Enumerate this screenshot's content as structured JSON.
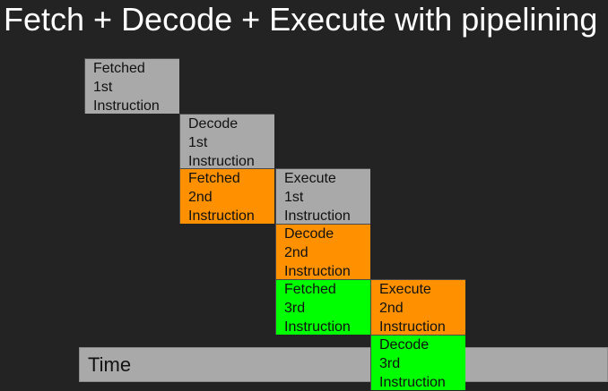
{
  "title": "Fetch + Decode + Execute with pipelining",
  "time_label": "Time",
  "colors": {
    "background": "#232323",
    "gray": "#a9a9a9",
    "orange": "#ff9100",
    "green": "#00ff00"
  },
  "steps": [
    {
      "lines": [
        "Fetched",
        "1st",
        "Instruction"
      ],
      "color": "gray",
      "column": 0,
      "row": 0
    },
    {
      "lines": [
        "Decode",
        "1st",
        "Instruction"
      ],
      "color": "gray",
      "column": 1,
      "row": 1
    },
    {
      "lines": [
        "Fetched",
        "2nd",
        "Instruction"
      ],
      "color": "orange",
      "column": 1,
      "row": 2
    },
    {
      "lines": [
        "Execute",
        "1st",
        "Instruction"
      ],
      "color": "gray",
      "column": 2,
      "row": 2
    },
    {
      "lines": [
        "Decode",
        "2nd",
        "Instruction"
      ],
      "color": "orange",
      "column": 2,
      "row": 3
    },
    {
      "lines": [
        "Fetched",
        "3rd",
        "Instruction"
      ],
      "color": "green",
      "column": 2,
      "row": 4
    },
    {
      "lines": [
        "Execute",
        "2nd",
        "Instruction"
      ],
      "color": "orange",
      "column": 3,
      "row": 4
    },
    {
      "lines": [
        "Decode",
        "3rd",
        "Instruction"
      ],
      "color": "green",
      "column": 3,
      "row": 5
    }
  ]
}
